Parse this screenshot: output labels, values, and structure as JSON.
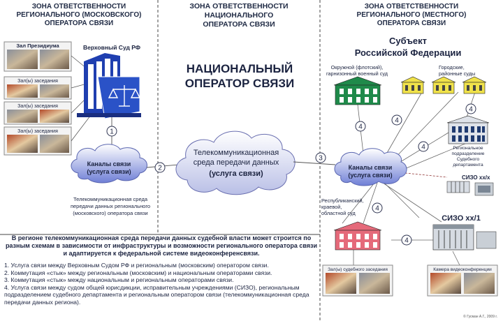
{
  "zones": {
    "left": [
      "ЗОНА ОТВЕТСТВЕННОСТИ",
      "РЕГИОНАЛЬНОГО (МОСКОВСКОГО)",
      "ОПЕРАТОРА СВЯЗИ"
    ],
    "center": [
      "ЗОНА ОТВЕТСТВЕННОСТИ",
      "НАЦИОНАЛЬНОГО",
      "ОПЕРАТОРА СВЯЗИ"
    ],
    "right": [
      "ЗОНА ОТВЕТСТВЕННОСТИ",
      "РЕГИОНАЛЬНОГО (МЕСТНОГО)",
      "ОПЕРАТОРА СВЯЗИ"
    ]
  },
  "left": {
    "room_presidium": "Зал Президиума",
    "room_sessions_1": "Зал(ы) заседания",
    "room_sessions_2": "Зал(ы) заседания",
    "room_sessions_3": "Зал(ы) заседания",
    "supreme_court": "Верховный Суд РФ",
    "channels": [
      "Каналы связи",
      "(услуга связи)"
    ],
    "telecom_caption": [
      "Телекоммуникационная среда",
      "передачи данных регионального",
      "(московского) оператора связи"
    ]
  },
  "center": {
    "national_operator": [
      "НАЦИОНАЛЬНЫЙ",
      "ОПЕРАТОР СВЯЗИ"
    ],
    "telecom_cloud": [
      "Телекоммуникационная",
      "среда передачи данных",
      "(услуга связи)"
    ]
  },
  "right": {
    "subject": [
      "Субъект",
      "Российской Федерации"
    ],
    "military_court": [
      "Окружной (флотский),",
      "гарнизонный военный суд"
    ],
    "city_courts": [
      "Городские,",
      "районные суды"
    ],
    "regional_dept": [
      "Региональное",
      "подразделение",
      "Судебного",
      "департамента"
    ],
    "channels": [
      "Каналы связи",
      "(услуга связи)"
    ],
    "sizo_small": "СИЗО хх/х",
    "sizo_big": "СИЗО хх/1",
    "republic_court": [
      "Республиканский,",
      "краевой,",
      "областной суд"
    ],
    "hall_caption": "Зал(ы) судебного заседания",
    "camera_caption": "Камера видеоконференции",
    "copyright": "© Гусман А.Г., 2009 г."
  },
  "links": {
    "n1": "1",
    "n2": "2",
    "n3": "3",
    "n4a": "4",
    "n4b": "4",
    "n4c": "4",
    "n4d": "4",
    "n4e": "4",
    "n4f": "4"
  },
  "panel": {
    "lead": "В регионе телекоммуникационная среда передачи данных судебной власти может строится по разным схемам в зависимости от инфраструктуры и возможности регионального оператора связи и адаптируется к федеральной системе видеоконференсвязи.",
    "items": [
      "1. Услуга связи между Верховным Судом РФ и региональным (московским) оператором связи.",
      "2. Коммутация «стык» между региональным (московским) и национальным операторами связи.",
      "3. Коммутация «стык» между национальным и региональным операторами связи.",
      "4. Услуга связи между судом общей юрисдикции, исправительным учреждениями (СИЗО), региональным подразделением судебного департамента и региональным оператором связи (телекоммуникационная среда передачи данных региона)."
    ]
  },
  "colors": {
    "cloud": "#cfd3ee",
    "cloud_stroke": "#6a6fb0",
    "court_green": "#1f8a4a",
    "court_yellow": "#f0e24a",
    "court_red": "#e56a7a",
    "building_blue": "#1f3fb0",
    "line": "#555555"
  }
}
